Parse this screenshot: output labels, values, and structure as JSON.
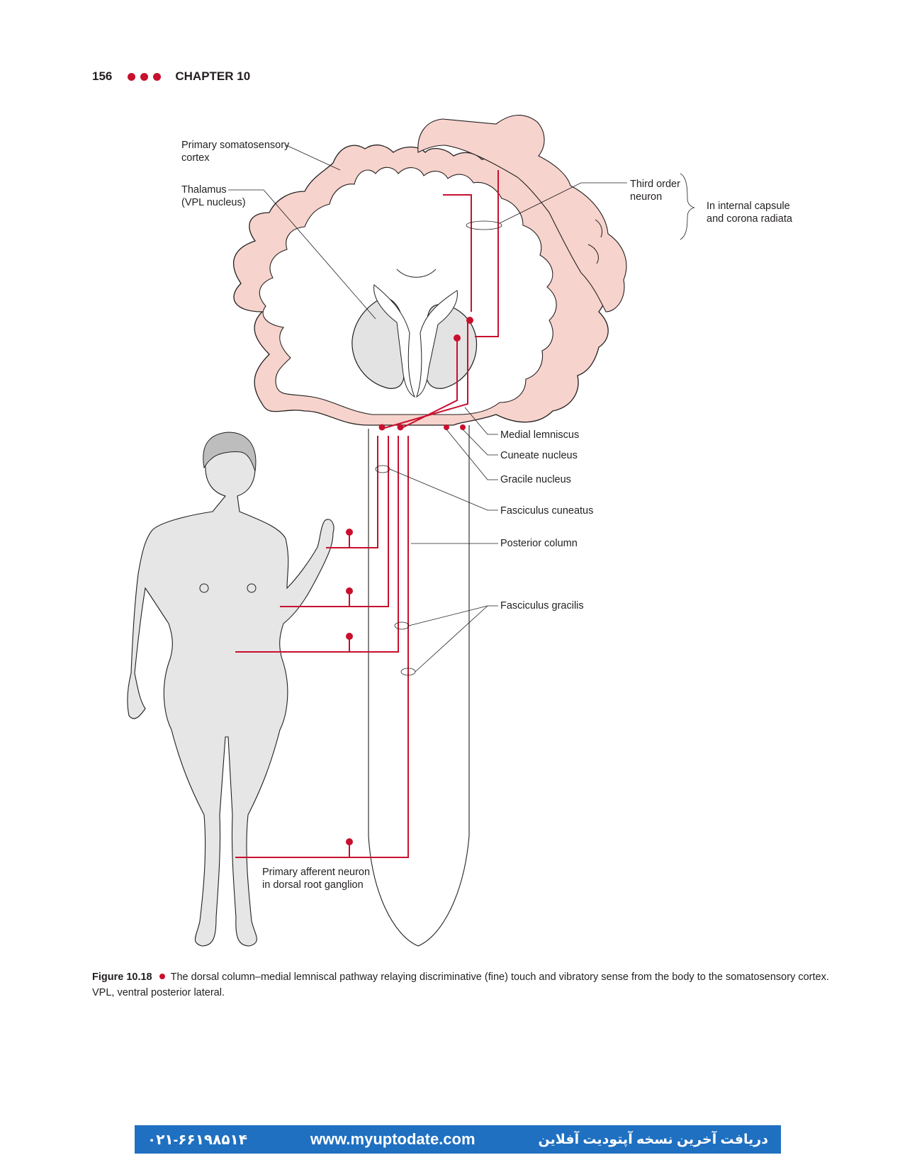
{
  "header": {
    "page_number": "156",
    "chapter": "CHAPTER 10"
  },
  "figure": {
    "labels": {
      "primary_somatosensory_cortex": "Primary somatosensory\ncortex",
      "thalamus": "Thalamus\n(VPL nucleus)",
      "third_order_neuron": "Third order\nneuron",
      "internal_capsule": "In internal capsule\nand corona radiata",
      "medial_lemniscus": "Medial lemniscus",
      "cuneate_nucleus": "Cuneate nucleus",
      "gracile_nucleus": "Gracile nucleus",
      "fasciculus_cuneatus": "Fasciculus cuneatus",
      "posterior_column": "Posterior column",
      "fasciculus_gracilis": "Fasciculus gracilis",
      "primary_afferent_neuron": "Primary afferent neuron\nin dorsal root ganglion"
    },
    "colors": {
      "pathway": "#c8102e",
      "cortex_fill": "#f6d3cc",
      "thalamus_fill": "#e3e3e4",
      "body_fill": "#e6e6e7"
    }
  },
  "caption": {
    "figure_number": "Figure 10.18",
    "text": "The dorsal column–medial lemniscal pathway relaying discriminative (fine) touch and vibratory sense from the body to the somatosensory cortex. VPL, ventral posterior lateral."
  },
  "banner": {
    "phone": "۰۲۱-۶۶۱۹۸۵۱۴",
    "url": "www.myuptodate.com",
    "persian_text": "دریافت آخرین نسخه آپتودیت آفلاین",
    "color": "#1f70c1"
  }
}
